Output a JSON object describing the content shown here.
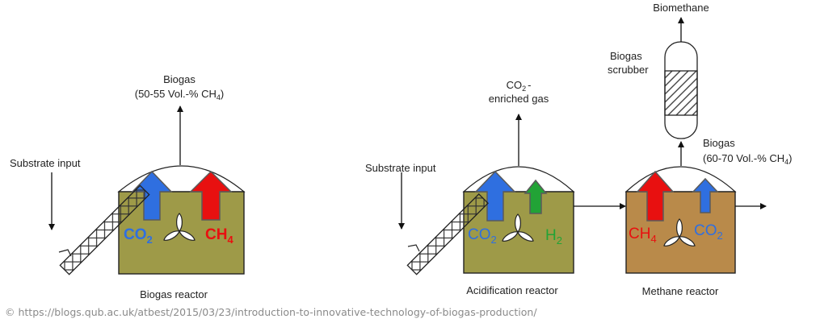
{
  "colors": {
    "reactor_green": "#9e9a48",
    "reactor_brown": "#b98a4a",
    "co2_blue": "#2f6fe0",
    "ch4_red": "#e81010",
    "h2_green": "#22a336"
  },
  "left": {
    "biogas_title": "Biogas",
    "biogas_comp_prefix": "(50-55 Vol.-% CH",
    "biogas_comp_sub": "4",
    "biogas_comp_suffix": ")",
    "substrate": "Substrate input",
    "co2_main": "CO",
    "co2_sub": "2",
    "ch4_main": "CH",
    "ch4_sub": "4",
    "reactor_label": "Biogas reactor"
  },
  "right": {
    "co2_gas_main": "CO",
    "co2_gas_sub": "2",
    "co2_gas_dash": "-",
    "enriched": "enriched gas",
    "substrate": "Substrate input",
    "acid_co2_main": "CO",
    "acid_co2_sub": "2",
    "h2_main": "H",
    "h2_sub": "2",
    "acid_label": "Acidification reactor",
    "biomethane": "Biomethane",
    "scrubber_line1": "Biogas",
    "scrubber_line2": "scrubber",
    "biogas2_title": "Biogas",
    "biogas2_prefix": "(60-70 Vol.-% CH",
    "biogas2_sub": "4",
    "biogas2_suffix": ")",
    "meth_ch4_main": "CH",
    "meth_ch4_sub": "4",
    "meth_co2_main": "CO",
    "meth_co2_sub": "2",
    "meth_label": "Methane reactor"
  },
  "copyright": "© https://blogs.qub.ac.uk/atbest/2015/03/23/introduction-to-innovative-technology-of-biogas-production/"
}
